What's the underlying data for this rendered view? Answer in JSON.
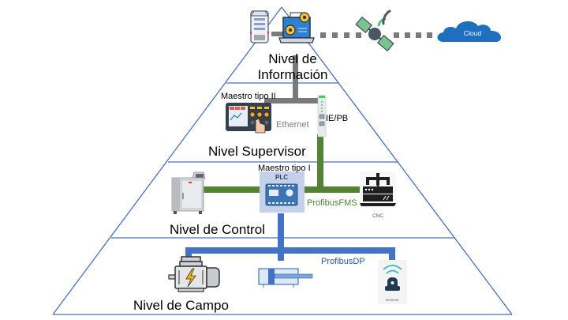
{
  "diagram": {
    "title": "Pirámide de automatización industrial",
    "levels": [
      {
        "id": "informacion",
        "label": "Nivel de Información",
        "line1": "Nivel de",
        "line2": "Información"
      },
      {
        "id": "supervisor",
        "label": "Nivel Supervisor"
      },
      {
        "id": "control",
        "label": "Nivel de Control"
      },
      {
        "id": "campo",
        "label": "Nivel de Campo"
      }
    ],
    "devices": {
      "server": {
        "icon": "server-icon"
      },
      "computer": {
        "icon": "laptop-gears-icon"
      },
      "satellite": {
        "icon": "satellite-icon"
      },
      "cloud": {
        "icon": "cloud-icon",
        "label": "Cloud"
      },
      "hmi": {
        "icon": "hmi-panel-icon",
        "label": "Maestro tipo II"
      },
      "gateway": {
        "icon": "din-rail-gateway-icon",
        "label": "IE/PB"
      },
      "plc": {
        "icon": "plc-icon",
        "label": "Maestro tipo I",
        "inner_label": "PLC"
      },
      "machine": {
        "icon": "industrial-cabinet-icon"
      },
      "cnc": {
        "icon": "cnc-machine-icon",
        "label": "CNC"
      },
      "motor": {
        "icon": "electric-motor-icon"
      },
      "cylinder": {
        "icon": "pneumatic-cylinder-icon"
      },
      "sensor": {
        "icon": "wireless-sensor-icon",
        "label": "SENSOR"
      }
    },
    "networks": {
      "ethernet": {
        "label": "Ethernet",
        "color": "#7a7a7a"
      },
      "fms": {
        "label": "ProfibusFMS",
        "color": "#548235"
      },
      "dp": {
        "label": "ProfibusDP",
        "color": "#4472c4"
      },
      "wireless": {
        "color": "#7a7a7a"
      }
    },
    "colors": {
      "pyramid_line": "#4a72b8",
      "cloud": "#1f6fc0",
      "plc_bg": "#c5d0ea",
      "fms_text": "#548235",
      "dp_text": "#2f5597",
      "ethernet_text": "#7f7f7f"
    }
  }
}
